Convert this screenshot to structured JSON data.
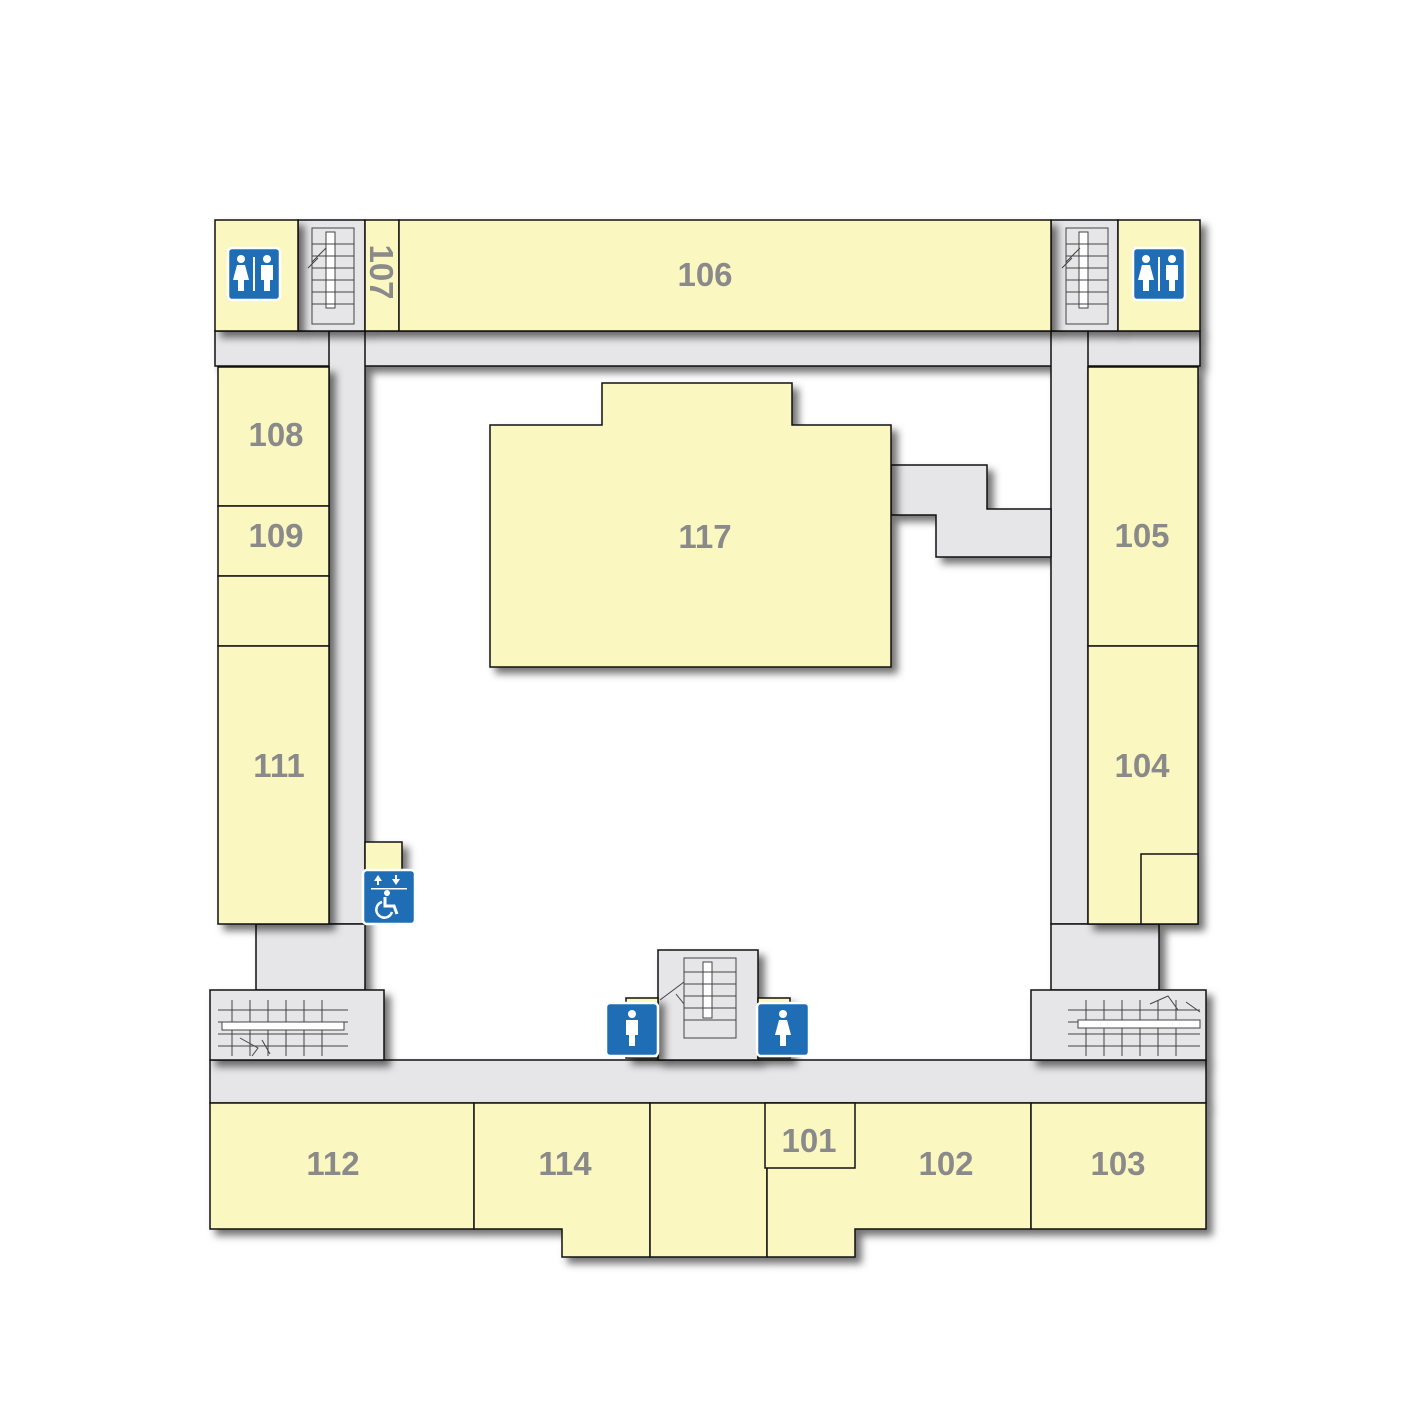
{
  "floor_plan": {
    "rooms": [
      {
        "id": "106",
        "label": "106"
      },
      {
        "id": "107",
        "label": "107"
      },
      {
        "id": "108",
        "label": "108"
      },
      {
        "id": "109",
        "label": "109"
      },
      {
        "id": "111",
        "label": "111"
      },
      {
        "id": "117",
        "label": "117"
      },
      {
        "id": "105",
        "label": "105"
      },
      {
        "id": "104",
        "label": "104"
      },
      {
        "id": "112",
        "label": "112"
      },
      {
        "id": "114",
        "label": "114"
      },
      {
        "id": "101",
        "label": "101"
      },
      {
        "id": "102",
        "label": "102"
      },
      {
        "id": "103",
        "label": "103"
      }
    ],
    "icons": [
      {
        "name": "restroom-icon",
        "location": "northwest"
      },
      {
        "name": "restroom-icon",
        "location": "northeast"
      },
      {
        "name": "elevator-accessible-icon",
        "location": "west corridor"
      },
      {
        "name": "mens-restroom-icon",
        "location": "south"
      },
      {
        "name": "womens-restroom-icon",
        "location": "south"
      },
      {
        "name": "stairs-icon",
        "location": "various"
      }
    ],
    "colors": {
      "room": "#fbf7c0",
      "corridor": "#e6e6e8",
      "icon": "#1f6db5",
      "label": "#8a8a8a"
    }
  }
}
